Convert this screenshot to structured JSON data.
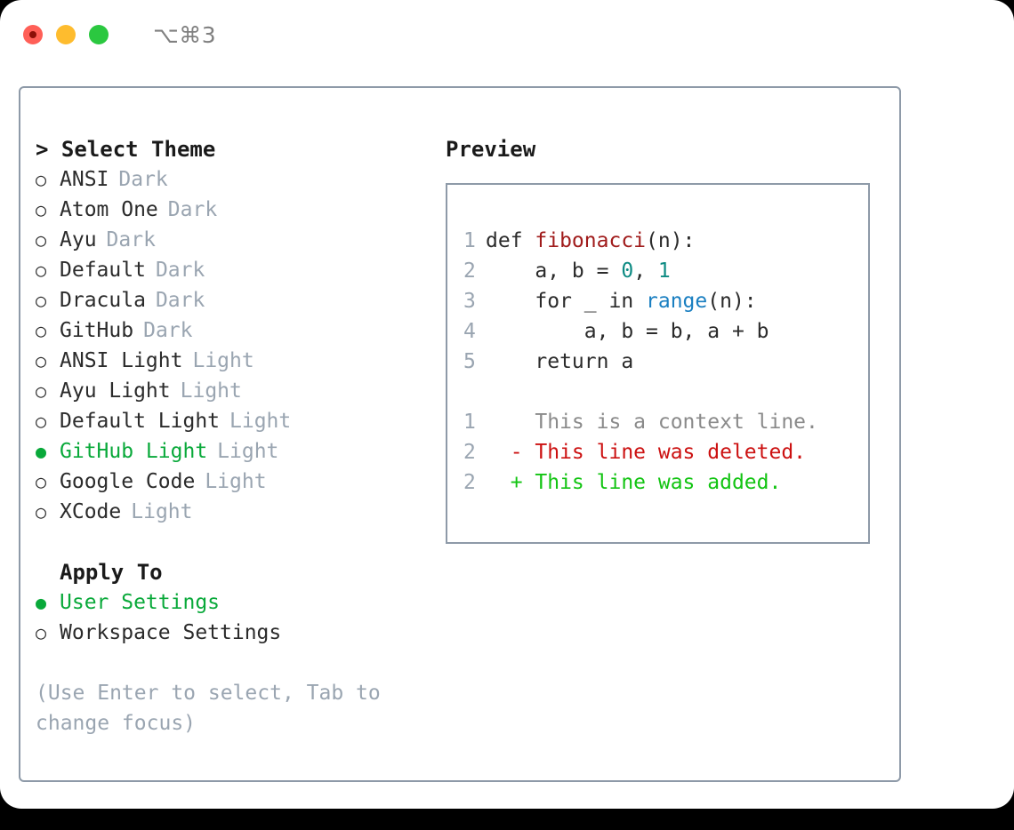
{
  "titlebar": {
    "shortcut": "⌥⌘3",
    "close_label": "close",
    "minimize_label": "minimize",
    "maximize_label": "maximize",
    "colors": {
      "close": "#ff5f57",
      "minimize": "#febc2e",
      "maximize": "#2bc840"
    }
  },
  "theme_section": {
    "title": "> Select Theme",
    "selected": "GitHub Light",
    "markers": {
      "unselected": "○",
      "selected": "●"
    },
    "items": [
      {
        "name": "ANSI",
        "tag": "Dark",
        "selected": false
      },
      {
        "name": "Atom One",
        "tag": "Dark",
        "selected": false
      },
      {
        "name": "Ayu",
        "tag": "Dark",
        "selected": false
      },
      {
        "name": "Default",
        "tag": "Dark",
        "selected": false
      },
      {
        "name": "Dracula",
        "tag": "Dark",
        "selected": false
      },
      {
        "name": "GitHub",
        "tag": "Dark",
        "selected": false
      },
      {
        "name": "ANSI Light",
        "tag": "Light",
        "selected": false
      },
      {
        "name": "Ayu Light",
        "tag": "Light",
        "selected": false
      },
      {
        "name": "Default Light",
        "tag": "Light",
        "selected": false
      },
      {
        "name": "GitHub Light",
        "tag": "Light",
        "selected": true
      },
      {
        "name": "Google Code",
        "tag": "Light",
        "selected": false
      },
      {
        "name": "XCode",
        "tag": "Light",
        "selected": false
      }
    ]
  },
  "apply_section": {
    "title": "Apply To",
    "selected": "User Settings",
    "items": [
      {
        "name": "User Settings",
        "selected": true
      },
      {
        "name": "Workspace Settings",
        "selected": false
      }
    ]
  },
  "help": {
    "text": "(Use Enter to select, Tab to change focus)"
  },
  "preview": {
    "title": "Preview",
    "code_lines": [
      {
        "number": "1",
        "tokens": [
          {
            "text": "def ",
            "style": "plain"
          },
          {
            "text": "fibonacci",
            "style": "func"
          },
          {
            "text": "(n):",
            "style": "plain"
          }
        ]
      },
      {
        "number": "2",
        "tokens": [
          {
            "text": "    a, b = ",
            "style": "plain"
          },
          {
            "text": "0",
            "style": "num"
          },
          {
            "text": ", ",
            "style": "plain"
          },
          {
            "text": "1",
            "style": "num"
          }
        ]
      },
      {
        "number": "3",
        "tokens": [
          {
            "text": "    for _ in ",
            "style": "plain"
          },
          {
            "text": "range",
            "style": "builtin"
          },
          {
            "text": "(n):",
            "style": "plain"
          }
        ]
      },
      {
        "number": "4",
        "tokens": [
          {
            "text": "        a, b = b, a + b",
            "style": "plain"
          }
        ]
      },
      {
        "number": "5",
        "tokens": [
          {
            "text": "    return a",
            "style": "plain"
          }
        ]
      }
    ],
    "diff_lines": [
      {
        "number": "1",
        "marker": "  ",
        "text": "This is a context line.",
        "style": "ctx"
      },
      {
        "number": "2",
        "marker": "- ",
        "text": "This line was deleted.",
        "style": "del"
      },
      {
        "number": "2",
        "marker": "+ ",
        "text": "This line was added.",
        "style": "add"
      }
    ]
  },
  "colors": {
    "accent_green": "#09a93a",
    "muted_gray": "#9aa5b1",
    "border": "#8e9aa8",
    "func_red": "#a01b1b",
    "number_teal": "#0e8b83",
    "builtin_blue": "#1a7fc1",
    "diff_delete": "#cc1111",
    "diff_add": "#12c412"
  }
}
